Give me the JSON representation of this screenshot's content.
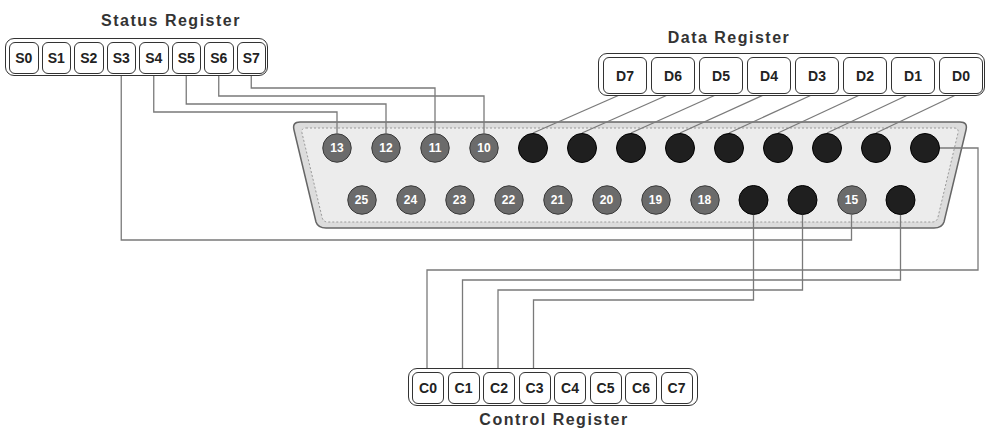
{
  "diagram": {
    "nodes": [
      {
        "text": [
          "Status Register"
        ]
      },
      {
        "text": [
          "S0"
        ],
        "in": 0
      },
      {
        "text": [
          "S1"
        ],
        "in": 0
      },
      {
        "text": [
          "S2"
        ],
        "in": 0
      },
      {
        "text": [
          "S3"
        ],
        "in": 0
      },
      {
        "text": [
          "S4"
        ],
        "in": 0
      },
      {
        "text": [
          "S5"
        ],
        "in": 0
      },
      {
        "text": [
          "S6"
        ],
        "in": 0
      },
      {
        "text": [
          "S7"
        ],
        "in": 0
      },
      {
        "text": [
          "Data Register"
        ]
      },
      {
        "text": [
          "D7"
        ],
        "in": 9
      },
      {
        "text": [
          "D6"
        ],
        "in": 9
      },
      {
        "text": [
          "D5"
        ],
        "in": 9
      },
      {
        "text": [
          "D4"
        ],
        "in": 9
      },
      {
        "text": [
          "D3"
        ],
        "in": 9
      },
      {
        "text": [
          "D2"
        ],
        "in": 9
      },
      {
        "text": [
          "D1"
        ],
        "in": 9
      },
      {
        "text": [
          "D0"
        ],
        "in": 9
      },
      {
        "text": [
          "13"
        ]
      },
      {
        "text": [
          "12"
        ]
      },
      {
        "text": [
          "11"
        ]
      },
      {
        "text": [
          "10"
        ]
      },
      {
        "text": [
          "25"
        ]
      },
      {
        "text": [
          "24"
        ]
      },
      {
        "text": [
          "23"
        ]
      },
      {
        "text": [
          "22"
        ]
      },
      {
        "text": [
          "21"
        ]
      },
      {
        "text": [
          "20"
        ]
      },
      {
        "text": [
          "19"
        ]
      },
      {
        "text": [
          "18"
        ]
      },
      {
        "text": [
          "15"
        ]
      },
      {
        "text": [
          "Control Register"
        ]
      },
      {
        "text": [
          "C0"
        ],
        "in": 31
      },
      {
        "text": [
          "C1"
        ],
        "in": 31
      },
      {
        "text": [
          "C2"
        ],
        "in": 31
      },
      {
        "text": [
          "C3"
        ],
        "in": 31
      },
      {
        "text": [
          "C4"
        ],
        "in": 31
      },
      {
        "text": [
          "C5"
        ],
        "in": 31
      },
      {
        "text": [
          "C6"
        ],
        "in": 31
      },
      {
        "text": [
          "C7"
        ],
        "in": 31
      }
    ],
    "edges": [
      {
        "from": 4,
        "to": 30,
        "arrow": "none"
      },
      {
        "from": 5,
        "to": 18,
        "arrow": "none"
      },
      {
        "from": 6,
        "to": 19,
        "arrow": "none"
      },
      {
        "from": 7,
        "to": 21,
        "arrow": "none"
      },
      {
        "from": 8,
        "to": 20,
        "arrow": "none"
      }
    ]
  }
}
